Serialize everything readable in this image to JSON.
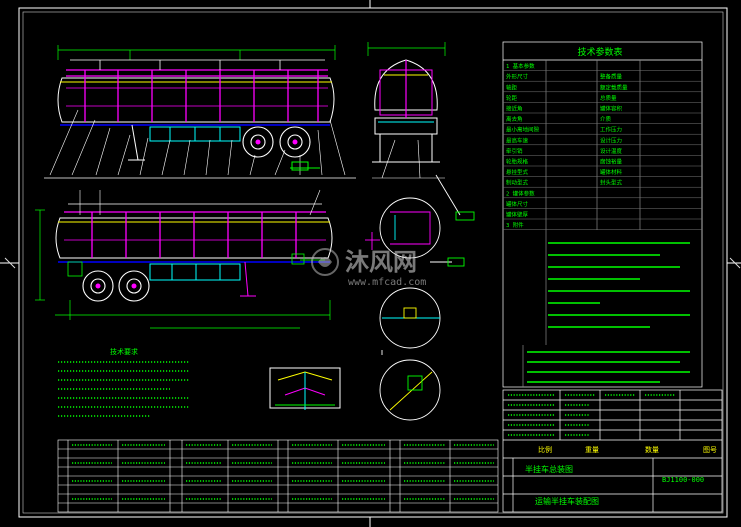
{
  "drawing": {
    "spec_table_title": "技术参数表",
    "watermark_brand": "沐风网",
    "watermark_url": "www.mfcad.com",
    "note_label": "技术要求",
    "title_block_name": "半挂车总装图",
    "title_block_code": "BJ1100-000",
    "title_block_name2": "运输半挂车装配图",
    "title_block_cols": [
      "比例",
      "重量",
      "数量",
      "图号"
    ],
    "spec_rows": [
      [
        "1 基本参数",
        "",
        "",
        ""
      ],
      [
        "外形尺寸",
        "",
        "整备质量",
        ""
      ],
      [
        "轴距",
        "",
        "额定载质量",
        ""
      ],
      [
        "轮距",
        "",
        "总质量",
        ""
      ],
      [
        "接近角",
        "",
        "罐体容积",
        ""
      ],
      [
        "离去角",
        "",
        "介质",
        ""
      ],
      [
        "最小离地间隙",
        "",
        "工作压力",
        ""
      ],
      [
        "最高车速",
        "",
        "设计压力",
        ""
      ],
      [
        "牵引销",
        "",
        "设计温度",
        ""
      ],
      [
        "轮胎规格",
        "",
        "腐蚀裕量",
        ""
      ],
      [
        "悬挂型式",
        "",
        "罐体材料",
        ""
      ],
      [
        "制动型式",
        "",
        "封头型式",
        ""
      ],
      [
        "2 罐体参数",
        "",
        "",
        ""
      ],
      [
        "罐体尺寸",
        "",
        "",
        ""
      ],
      [
        "罐体壁厚",
        "",
        "",
        ""
      ],
      [
        "3 附件",
        "",
        "",
        ""
      ]
    ]
  }
}
